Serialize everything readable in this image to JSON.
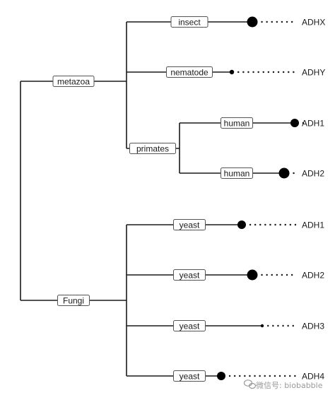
{
  "tree": {
    "root": {
      "children": [
        {
          "label": "metazoa",
          "children": [
            {
              "label": "insect",
              "leaf": "ADHX",
              "tip_size": "large"
            },
            {
              "label": "nematode",
              "leaf": "ADHY",
              "tip_size": "small"
            },
            {
              "label": "primates",
              "children": [
                {
                  "label": "human",
                  "leaf": "ADH1",
                  "tip_size": "medium"
                },
                {
                  "label": "human",
                  "leaf": "ADH2",
                  "tip_size": "large"
                }
              ]
            }
          ]
        },
        {
          "label": "Fungi",
          "children": [
            {
              "label": "yeast",
              "leaf": "ADH1",
              "tip_size": "medium"
            },
            {
              "label": "yeast",
              "leaf": "ADH2",
              "tip_size": "large"
            },
            {
              "label": "yeast",
              "leaf": "ADH3",
              "tip_size": "tiny"
            },
            {
              "label": "yeast",
              "leaf": "ADH4",
              "tip_size": "medium"
            }
          ]
        }
      ]
    }
  },
  "watermark": {
    "text": "微信号: biobabble",
    "icon": "wechat-icon"
  },
  "colors": {
    "line": "#1a1a1a",
    "tip": "#000000",
    "label_border": "#555555"
  }
}
